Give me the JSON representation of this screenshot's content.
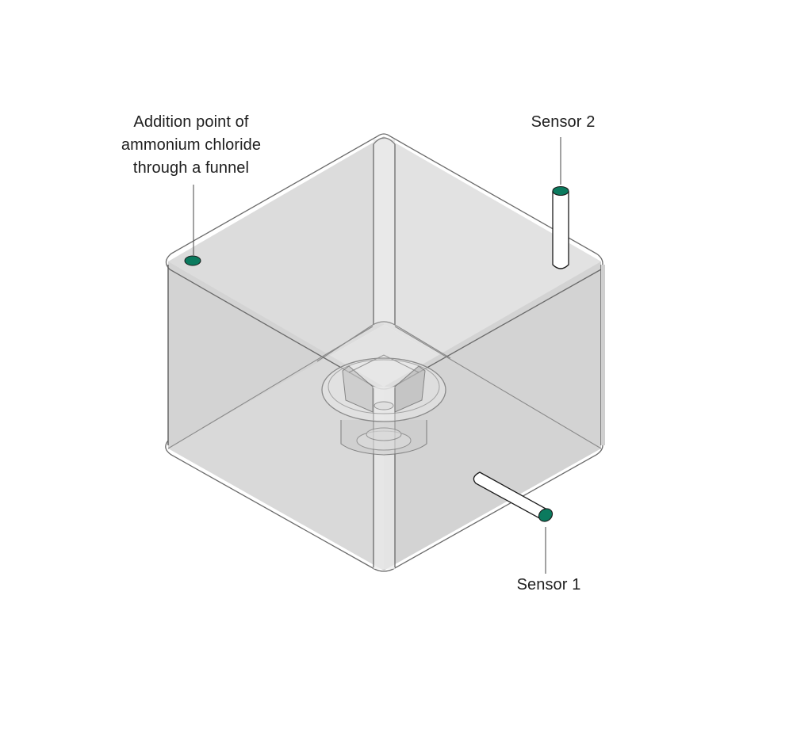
{
  "figure": {
    "type": "isometric tank schematic",
    "colors": {
      "sensor_cap": "#0b7a5e",
      "outline": "#5a5a5a",
      "tank_face_top": "#e4e4e4",
      "tank_face_side": "#d7d7d7",
      "leader_line": "#555555"
    }
  },
  "labels": {
    "addition_point": {
      "lines": [
        "Addition point of",
        "ammonium chloride",
        "through a funnel"
      ]
    },
    "sensor2": {
      "text": "Sensor 2"
    },
    "sensor1": {
      "text": "Sensor 1"
    }
  }
}
